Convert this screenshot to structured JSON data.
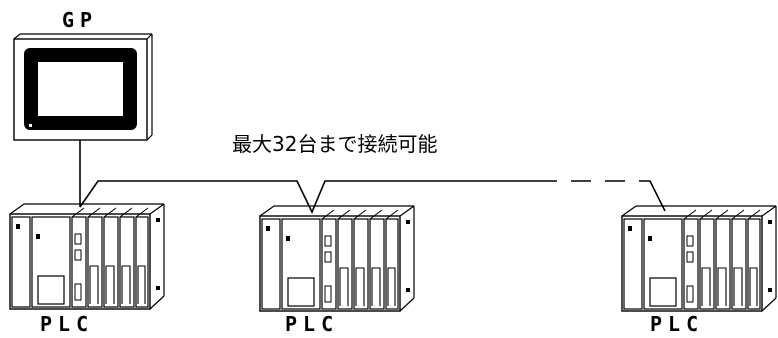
{
  "gp": {
    "label": "GP"
  },
  "plcs": [
    {
      "label": "PLC"
    },
    {
      "label": "PLC"
    },
    {
      "label": "PLC"
    }
  ],
  "connection_note": "最大32台まで接続可能",
  "colors": {
    "line": "#000000",
    "screen": "#000000",
    "background": "#ffffff"
  }
}
